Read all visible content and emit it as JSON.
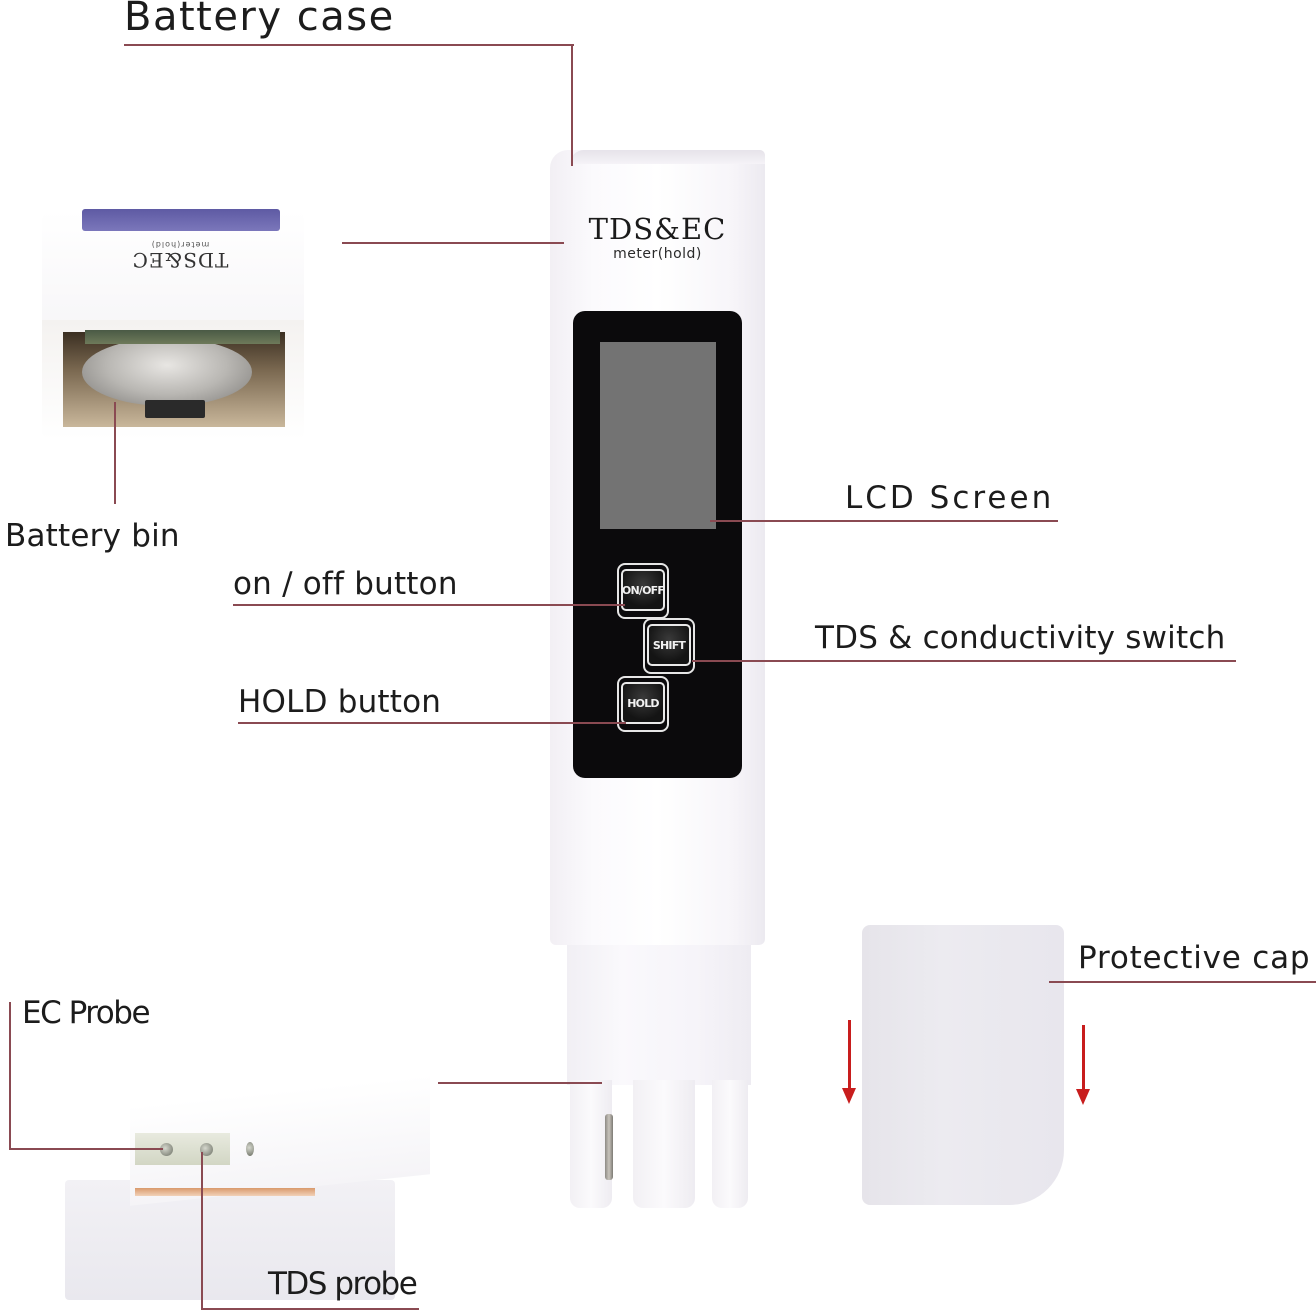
{
  "diagram": {
    "subject": "TDS & EC meter parts diagram",
    "device": {
      "brand_title": "TDS&EC",
      "brand_subtitle": "meter(hold)",
      "buttons": {
        "onoff": "ON/OFF",
        "shift": "SHIFT",
        "hold": "HOLD"
      }
    },
    "inset_battery": {
      "printed_text": "TDS&EC",
      "printed_subtext": "meter(hold)"
    },
    "callouts": {
      "battery_case": "Battery case",
      "battery_bin": "Battery bin",
      "lcd_screen": "LCD Screen",
      "onoff_button": "on / off button",
      "tds_conductivity_switch": "TDS & conductivity switch",
      "hold_button": "HOLD button",
      "protective_cap": "Protective cap",
      "ec_probe": "EC Probe",
      "tds_probe": "TDS probe"
    },
    "colors": {
      "leader_line": "#8a4a52",
      "arrow": "#c81d1d",
      "panel": "#0b0a0c",
      "lcd": "#737373",
      "battery_stripe": "#6a66b0"
    }
  }
}
